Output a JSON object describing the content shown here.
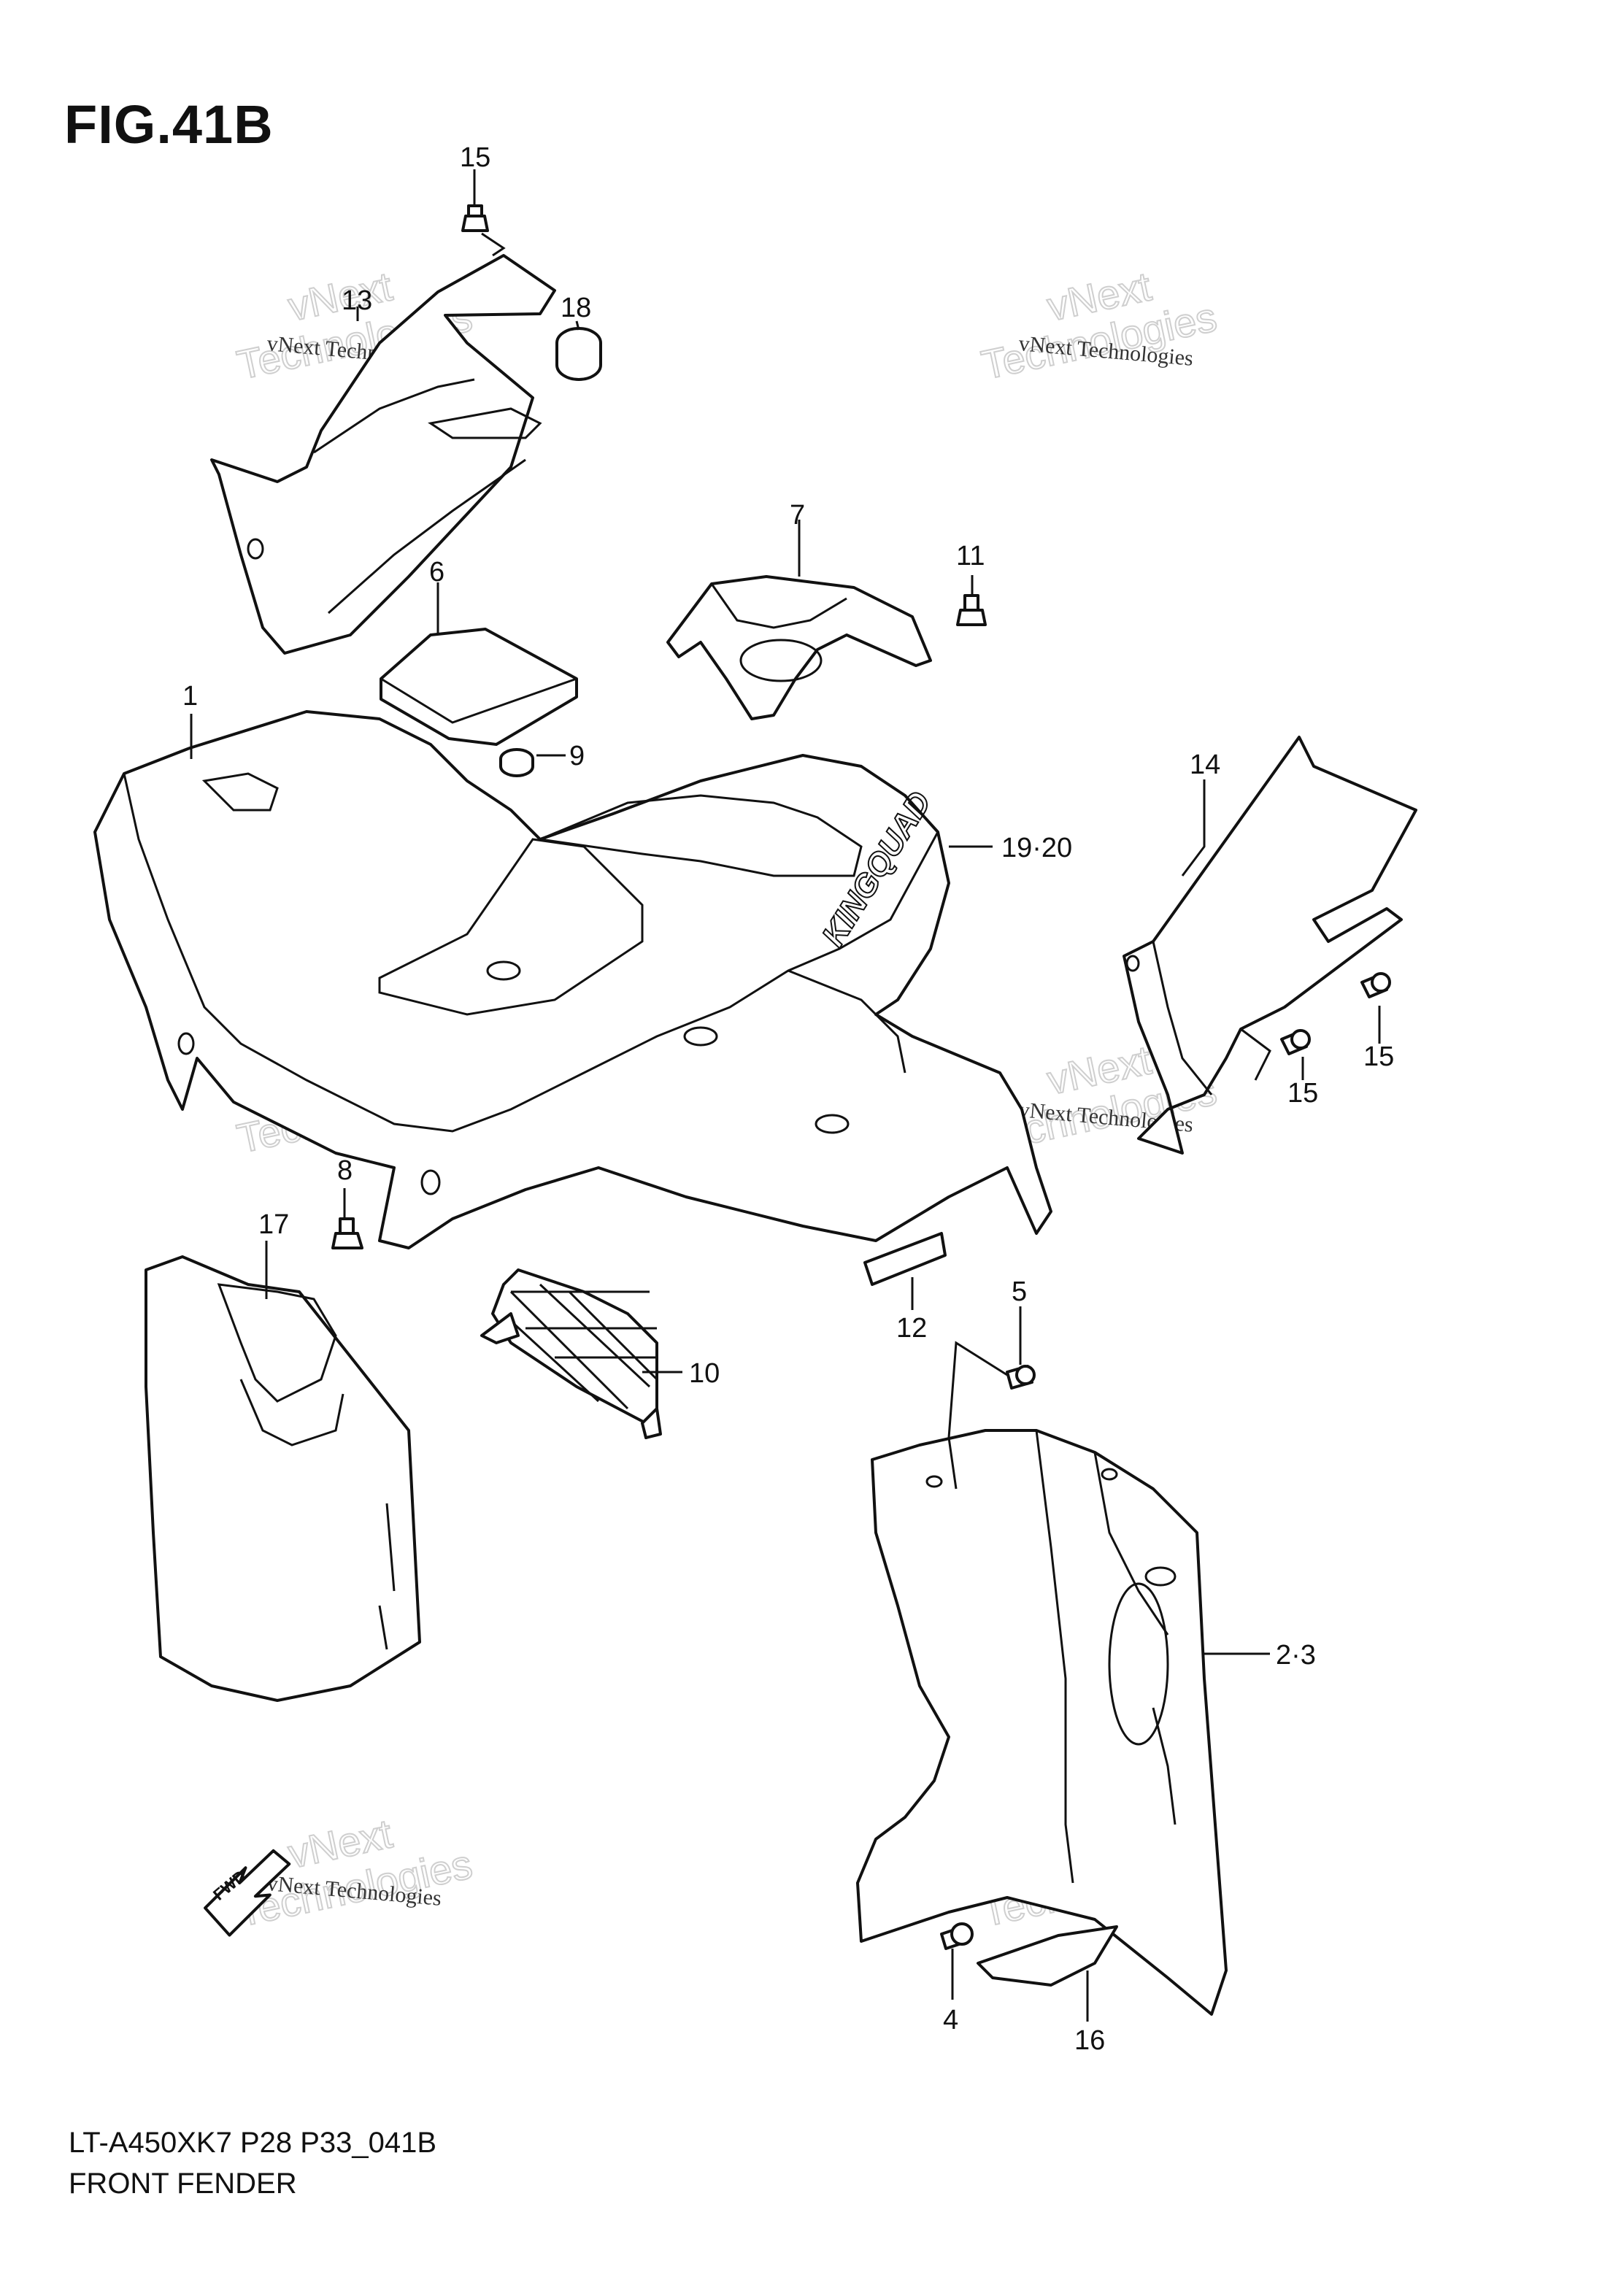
{
  "figure": {
    "title": "FIG.41B",
    "model_code": "LT-A450XK7 P28 P33_041B",
    "name": "FRONT FENDER"
  },
  "callouts": [
    "15",
    "13",
    "18",
    "7",
    "11",
    "6",
    "1",
    "9",
    "19·20",
    "14",
    "15",
    "15",
    "8",
    "17",
    "12",
    "5",
    "10",
    "2·3",
    "4",
    "16"
  ],
  "watermark": {
    "small": "vNext Technologies",
    "large": "Technologies",
    "overlay": "vNext"
  },
  "fwd_label": "FWD",
  "decal_text": "KINGQUAD"
}
